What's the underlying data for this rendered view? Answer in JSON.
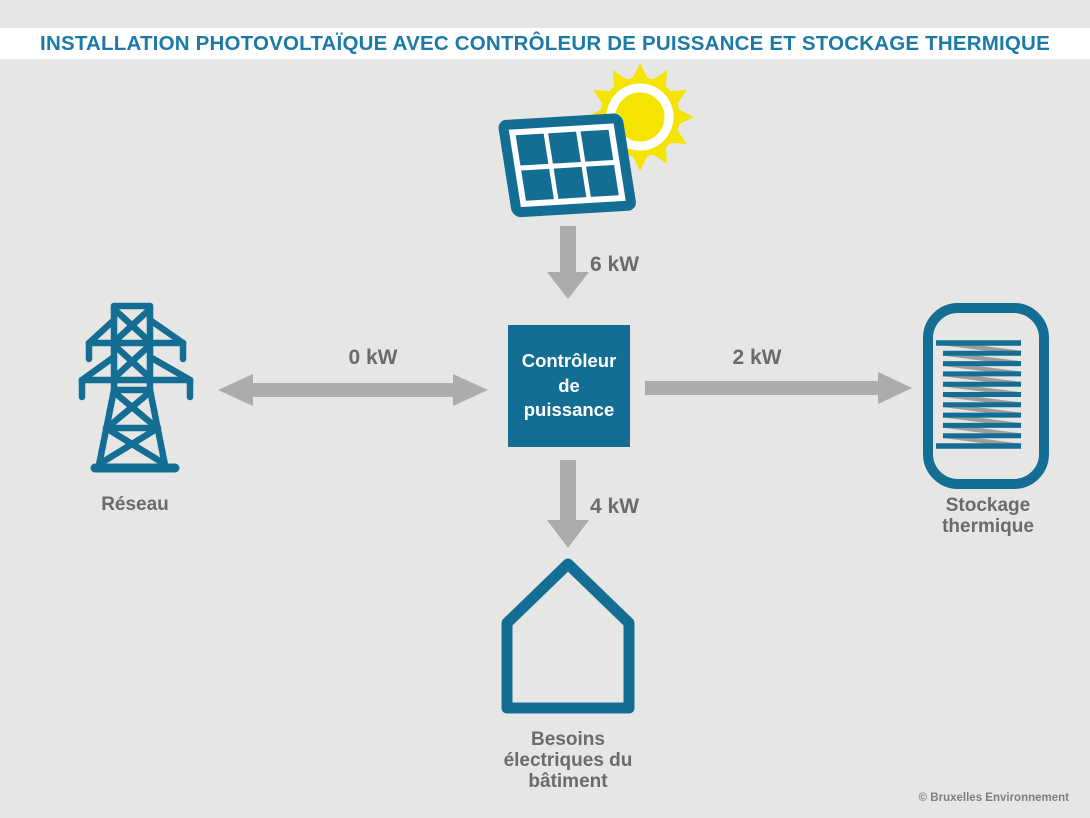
{
  "title": "INSTALLATION PHOTOVOLTAÏQUE AVEC CONTRÔLEUR DE PUISSANCE ET STOCKAGE THERMIQUE",
  "colors": {
    "teal": "#146E94",
    "title_teal": "#1B7AA6",
    "arrow_gray": "#ACACAC",
    "label_gray": "#6B6B6B",
    "background": "#E6E6E5",
    "sun_yellow": "#F5E400",
    "coil_gray": "#9D9D9D",
    "copyright_gray": "#7E7E7E"
  },
  "diagram": {
    "controller": {
      "label": "Contrôleur\nde\npuissance"
    },
    "nodes": {
      "solar": {
        "icon": "solar-panel-with-sun"
      },
      "grid": {
        "label": "Réseau",
        "icon": "electricity-pylon"
      },
      "storage": {
        "label": "Stockage\nthermique",
        "icon": "thermal-storage-tank"
      },
      "building": {
        "label": "Besoins\nélectriques du\nbâtiment",
        "icon": "house"
      }
    },
    "flows": {
      "pv_to_controller": {
        "value": "6 kW",
        "direction": "down"
      },
      "grid_to_controller": {
        "value": "0 kW",
        "direction": "bidirectional"
      },
      "controller_to_storage": {
        "value": "2 kW",
        "direction": "right"
      },
      "controller_to_building": {
        "value": "4 kW",
        "direction": "down"
      }
    }
  },
  "footer": {
    "copyright": "© Bruxelles Environnement"
  }
}
